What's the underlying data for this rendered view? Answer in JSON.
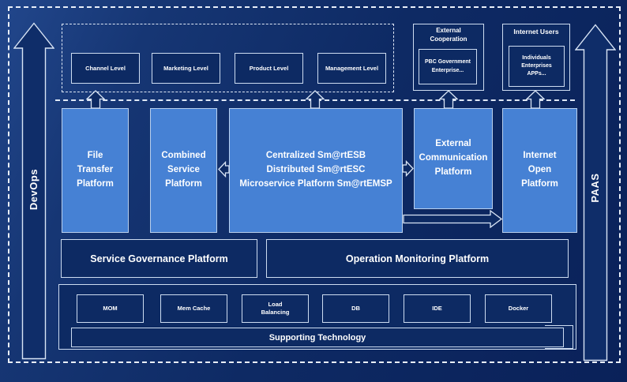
{
  "rails": {
    "left": "DevOps",
    "right": "PAAS"
  },
  "levels": {
    "items": [
      "Channel Level",
      "Marketing Level",
      "Product Level",
      "Management Level"
    ]
  },
  "external_cooperation": {
    "title": "External Cooperation",
    "members": "PBC Government Enterprise..."
  },
  "internet_users": {
    "title": "Internet Users",
    "members": "Individuals Enterprises APPs..."
  },
  "platforms": {
    "file_transfer": "File Transfer Platform",
    "combined_service": "Combined Service Platform",
    "central_lines": [
      "Centralized Sm@rtESB",
      "Distributed Sm@rtESC",
      "Microservice Platform Sm@rtEMSP"
    ],
    "external_communication": "External Communication Platform",
    "internet_open": "Internet Open Platform"
  },
  "governance_label": "Service Governance Platform",
  "monitoring_label": "Operation Monitoring Platform",
  "supporting": {
    "items": [
      "MOM",
      "Mem Cache",
      "Load Balancing",
      "DB",
      "IDE",
      "Docker"
    ],
    "bar_label": "Supporting Technology"
  },
  "icons": {
    "left_rail": "up-arrow-icon",
    "right_rail": "up-arrow-icon",
    "flow_up": "up-arrow-icon",
    "flow_left": "left-arrow-icon",
    "flow_right": "right-arrow-icon",
    "flow_long_right": "right-arrow-icon"
  },
  "colors": {
    "background": "#0d2a63",
    "panel_light": "#4681d4",
    "outline": "#dce8f6",
    "text": "#ffffff"
  }
}
